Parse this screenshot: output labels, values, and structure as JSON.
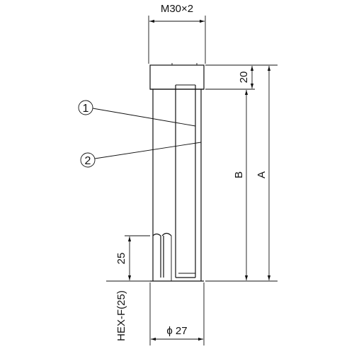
{
  "drawing": {
    "labels": {
      "thread": "M30×2",
      "top_height": "20",
      "overall_length": "A",
      "inner_length": "B",
      "hex_height": "25",
      "hex_size": "HEX-F(25)",
      "outer_diameter": "ϕ 27"
    },
    "balloons": {
      "part1": "1",
      "part2": "2"
    }
  }
}
